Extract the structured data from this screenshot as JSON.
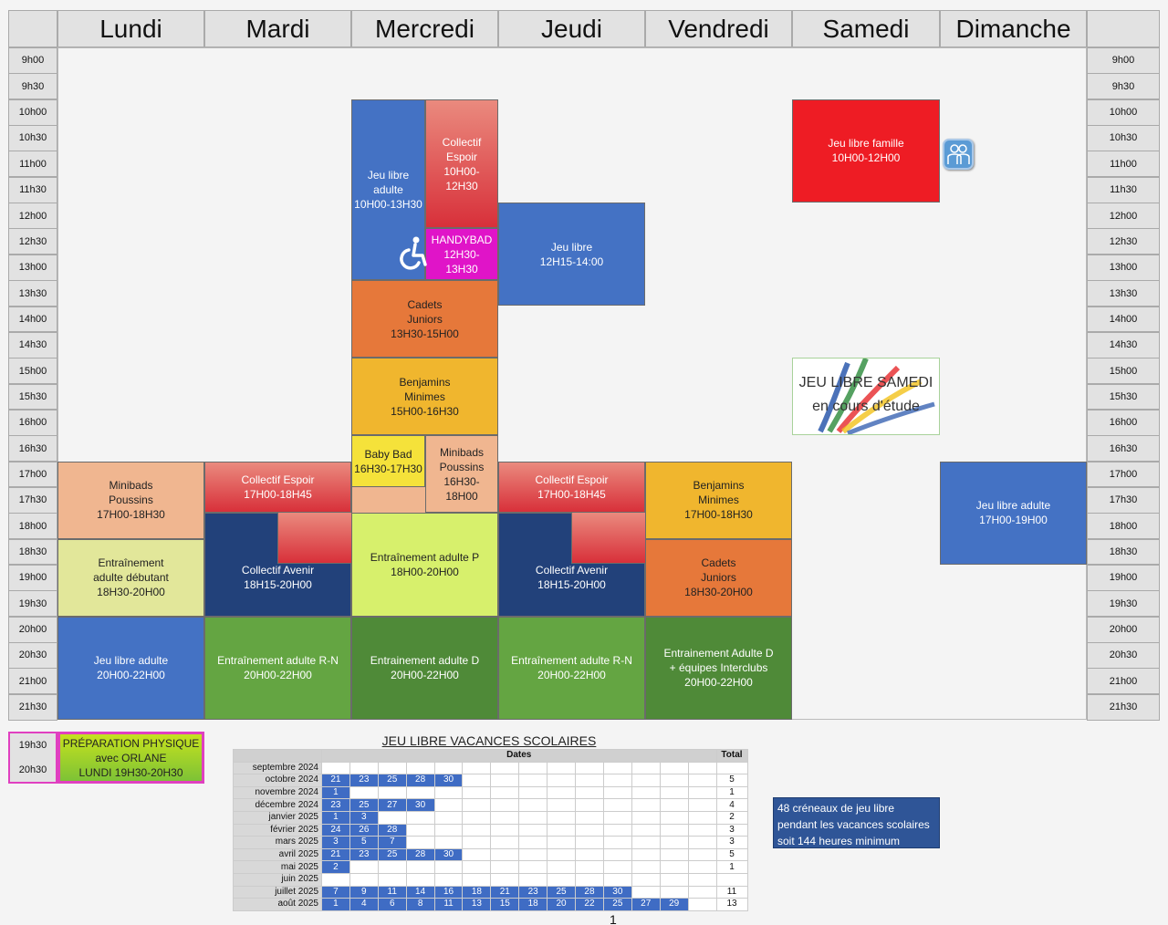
{
  "days": [
    "Lundi",
    "Mardi",
    "Mercredi",
    "Jeudi",
    "Vendredi",
    "Samedi",
    "Dimanche"
  ],
  "times": [
    "9h00",
    "9h30",
    "10h00",
    "10h30",
    "11h00",
    "11h30",
    "12h00",
    "12h30",
    "13h00",
    "13h30",
    "14h00",
    "14h30",
    "15h00",
    "15h30",
    "16h00",
    "16h30",
    "17h00",
    "17h30",
    "18h00",
    "18h30",
    "19h00",
    "19h30",
    "20h00",
    "20h30",
    "21h00",
    "21h30"
  ],
  "events": {
    "wed_jeu_libre": [
      "Jeu libre",
      "adulte",
      "10H00-13H30"
    ],
    "wed_collectif_espoir": [
      "Collectif",
      "Espoir",
      "10H00-12H30"
    ],
    "wed_handybad": [
      "HANDYBAD",
      "12H30-13H30"
    ],
    "thu_jeu_libre": [
      "Jeu libre",
      "12H15-14:00"
    ],
    "sat_jeu_libre_famille": [
      "Jeu libre famille",
      "10H00-12H00"
    ],
    "wed_cadets": [
      "Cadets",
      "Juniors",
      "13H30-15H00"
    ],
    "wed_benjamins": [
      "Benjamins",
      "Minimes",
      "15H00-16H30"
    ],
    "wed_baby_bad": [
      "Baby Bad",
      "16H30-17H30"
    ],
    "wed_minibads": [
      "Minibads",
      "Poussins",
      "16H30-18H00"
    ],
    "mon_minibads": [
      "Minibads",
      "Poussins",
      "17H00-18H30"
    ],
    "tue_collectif_espoir": [
      "Collectif Espoir",
      "17H00-18H45"
    ],
    "thu_collectif_espoir": [
      "Collectif Espoir",
      "17H00-18H45"
    ],
    "fri_benjamins": [
      "Benjamins",
      "Minimes",
      "17H00-18H30"
    ],
    "sun_jeu_libre": [
      "Jeu libre adulte",
      "17H00-19H00"
    ],
    "mon_entrainement": [
      "Entraînement",
      "adulte débutant",
      "18H30-20H00"
    ],
    "tue_collectif_avenir": [
      "Collectif Avenir",
      "18H15-20H00"
    ],
    "wed_entrainement_p": [
      "Entraînement adulte P",
      "18H00-20H00"
    ],
    "thu_collectif_avenir": [
      "Collectif Avenir",
      "18H15-20H00"
    ],
    "fri_cadets": [
      "Cadets",
      "Juniors",
      "18H30-20H00"
    ],
    "mon_jeu_libre": [
      "Jeu libre adulte",
      "20H00-22H00"
    ],
    "tue_entrainement_rn": [
      "Entraînement adulte R-N",
      "20H00-22H00"
    ],
    "wed_entrainement_d": [
      "Entrainement adulte D",
      "20H00-22H00"
    ],
    "thu_entrainement_rn": [
      "Entraînement adulte R-N",
      "20H00-22H00"
    ],
    "fri_entrainement_d": [
      "Entrainement Adulte D",
      "+ équipes Interclubs",
      "20H00-22H00"
    ]
  },
  "samedi_logo": {
    "line1": "JEU LIBRE SAMEDI",
    "line2": "en cours d'étude"
  },
  "prep": {
    "times": [
      "19h30",
      "20h30"
    ],
    "lines": [
      "PRÉPARATION PHYSIQUE",
      "avec ORLANE",
      "LUNDI 19H30-20H30"
    ]
  },
  "vacances": {
    "title": "JEU LIBRE VACANCES SCOLAIRES",
    "header_dates": "Dates",
    "header_total": "Total",
    "rows": [
      {
        "month": "septembre 2024",
        "dates": [],
        "total": ""
      },
      {
        "month": "octobre 2024",
        "dates": [
          "21",
          "23",
          "25",
          "28",
          "30"
        ],
        "total": "5"
      },
      {
        "month": "novembre 2024",
        "dates": [
          "1"
        ],
        "total": "1"
      },
      {
        "month": "décembre 2024",
        "dates": [
          "23",
          "25",
          "27",
          "30"
        ],
        "total": "4"
      },
      {
        "month": "janvier 2025",
        "dates": [
          "1",
          "3"
        ],
        "total": "2"
      },
      {
        "month": "février 2025",
        "dates": [
          "24",
          "26",
          "28"
        ],
        "total": "3"
      },
      {
        "month": "mars 2025",
        "dates": [
          "3",
          "5",
          "7"
        ],
        "total": "3"
      },
      {
        "month": "avril 2025",
        "dates": [
          "21",
          "23",
          "25",
          "28",
          "30"
        ],
        "total": "5"
      },
      {
        "month": "mai 2025",
        "dates": [
          "2"
        ],
        "total": "1"
      },
      {
        "month": "juin 2025",
        "dates": [],
        "total": ""
      },
      {
        "month": "juillet 2025",
        "dates": [
          "7",
          "9",
          "11",
          "14",
          "16",
          "18",
          "21",
          "23",
          "25",
          "28",
          "30"
        ],
        "total": "11"
      },
      {
        "month": "août 2025",
        "dates": [
          "1",
          "4",
          "6",
          "8",
          "11",
          "13",
          "15",
          "18",
          "20",
          "22",
          "25",
          "27",
          "29"
        ],
        "total": "13"
      }
    ],
    "summary": [
      "48 créneaux de jeu libre",
      "pendant les vacances scolaires",
      "soit 144 heures minimum"
    ]
  },
  "page_number": "1",
  "colors": {
    "blue": "#4472c4",
    "salmon": "#e46c60",
    "magenta": "#e014c8",
    "orange": "#e6783a",
    "yellow": "#f0b62e",
    "peach": "#f0b690",
    "red": "#ee1c24",
    "navy": "#22417a",
    "lightgreen": "#d7f06c",
    "green": "#64a542",
    "darkgreen": "#4f8a38",
    "paleyellow": "#e2e79a"
  }
}
